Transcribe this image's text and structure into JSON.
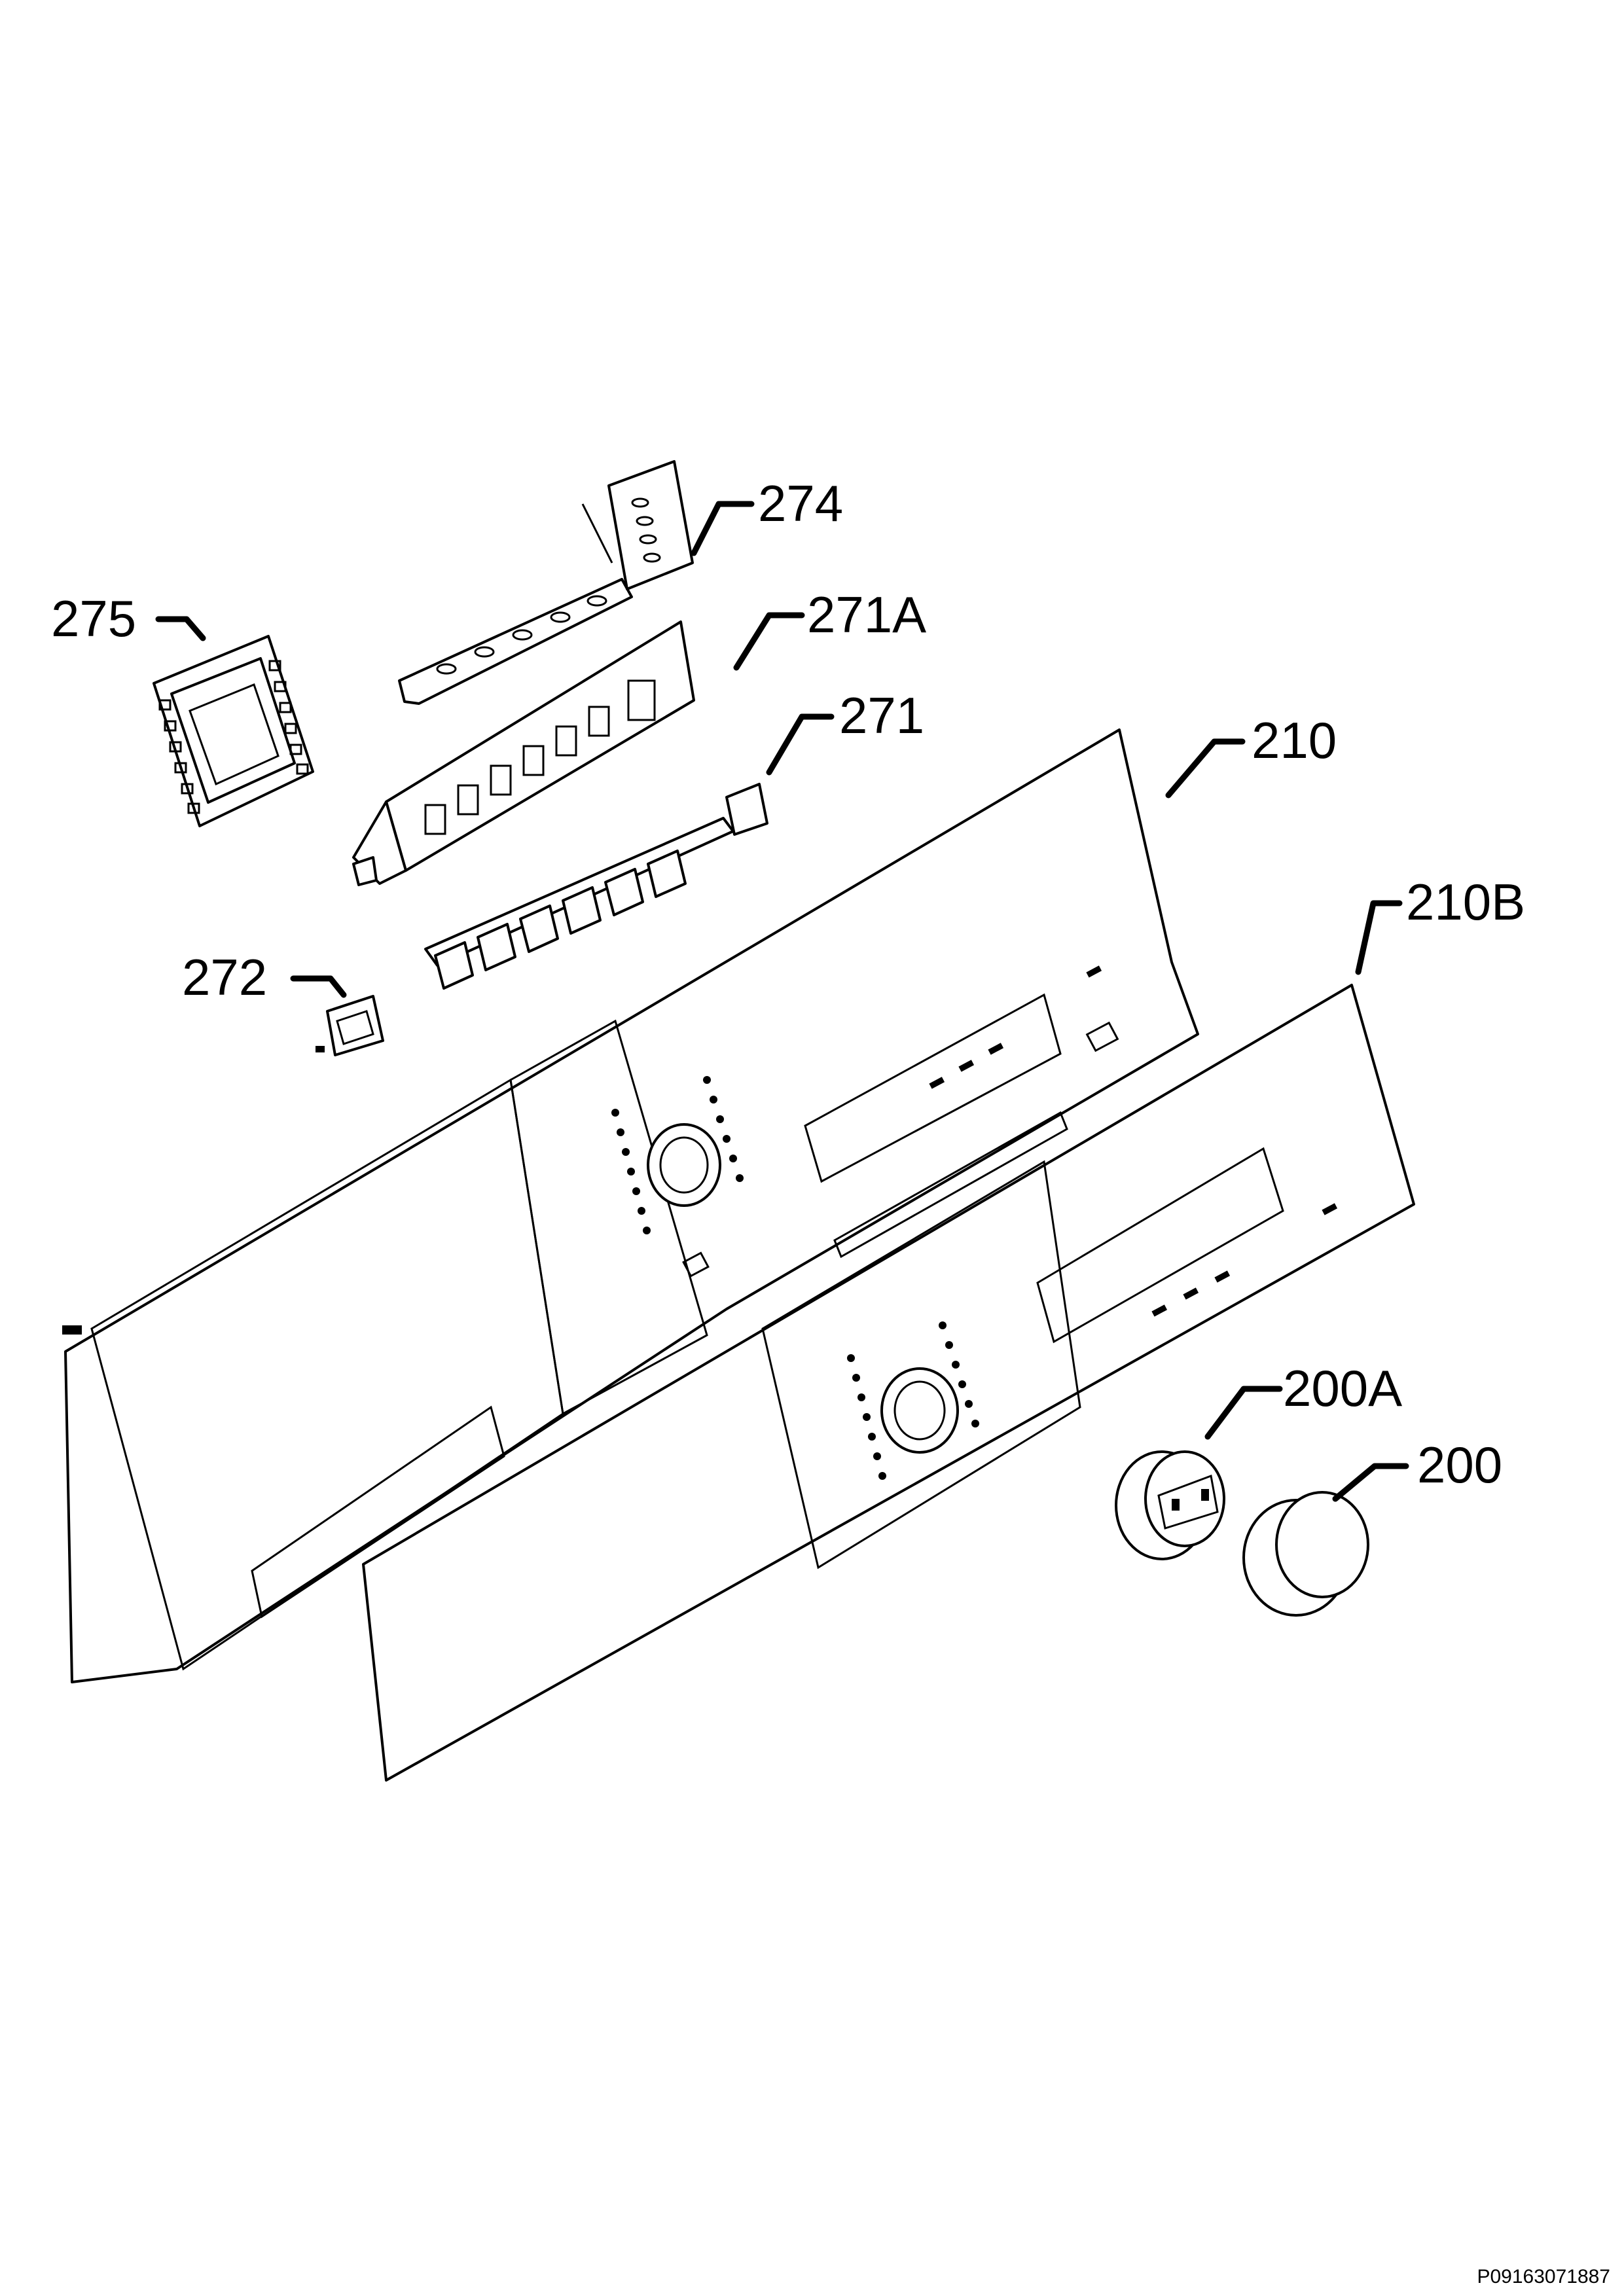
{
  "labels": {
    "l275": "275",
    "l274": "274",
    "l271A": "271A",
    "l271": "271",
    "l272": "272",
    "l210": "210",
    "l210B": "210B",
    "l200A": "200A",
    "l200": "200"
  },
  "doc_id": "P09163071887"
}
